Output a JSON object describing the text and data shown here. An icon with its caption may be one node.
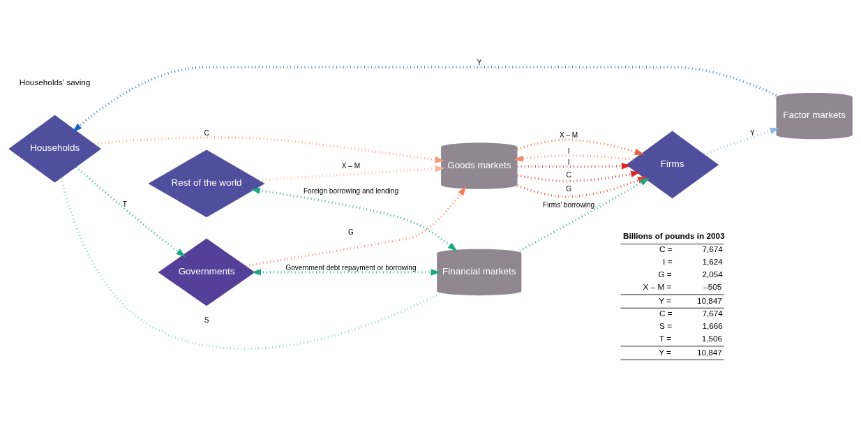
{
  "diagram": {
    "nodes": [
      {
        "text": [
          "Households"
        ]
      },
      {
        "text": [
          "Governments"
        ]
      },
      {
        "text": [
          "Factor markets"
        ]
      },
      {
        "text": [
          "Goods markets"
        ]
      },
      {
        "text": [
          "Financial markets"
        ]
      },
      {
        "text": [
          "Firms"
        ]
      },
      {
        "text": [
          "Rest of the world"
        ]
      }
    ],
    "edges": [
      {
        "from": 2,
        "to": 0,
        "arrow": "to",
        "label": "Y",
        "color": "#1565c0"
      },
      {
        "from": 5,
        "to": 2,
        "arrow": "to",
        "label": "Y",
        "color": "#8fb8e6"
      },
      {
        "from": 0,
        "to": 4,
        "arrow": "none",
        "label": "S",
        "color": "#7fd0b8"
      },
      {
        "from": 0,
        "to": 1,
        "arrow": "to",
        "label": "T",
        "color": "#1aa880"
      },
      {
        "from": 0,
        "to": 3,
        "arrow": "to",
        "label": "C",
        "color": "#f39a7a"
      },
      {
        "from": 1,
        "to": 3,
        "arrow": "to",
        "label": "G",
        "color": "#f07d5c"
      },
      {
        "from": 5,
        "to": 3,
        "arrow": "to",
        "label": "I",
        "color": "#f3896a"
      },
      {
        "from": 6,
        "to": 3,
        "arrow": "to",
        "label": "X – M",
        "color": "#f7b59c"
      },
      {
        "from": 3,
        "to": 5,
        "arrow": "to",
        "label": "I",
        "color": "#e02424"
      },
      {
        "from": 3,
        "to": 5,
        "arrow": "to",
        "label": "C",
        "color": "#e02424"
      },
      {
        "from": 3,
        "to": 5,
        "arrow": "to",
        "label": "G",
        "color": "#e63a2a"
      },
      {
        "from": 3,
        "to": 5,
        "arrow": "to",
        "label": "X – M",
        "color": "#ee5a3c"
      },
      {
        "from": 1,
        "to": 4,
        "arrow": "both",
        "label": "Government debt repayment or borrowing",
        "color": "#1aa880"
      },
      {
        "from": 6,
        "to": 4,
        "arrow": "both",
        "label": "Foreign borrowing and lending",
        "color": "#1aa880"
      },
      {
        "from": 4,
        "to": 5,
        "arrow": "to",
        "label": "Firms’ borrowing",
        "color": "#1aa880"
      }
    ],
    "labels": [
      "Households’ saving",
      "Billions of pounds in 2003",
      "C =",
      "7,674",
      "I =",
      "1,624",
      "G =",
      "2,054",
      "X – M =",
      "–505",
      "Y =",
      "10,847",
      "C =",
      "7,674",
      "S =",
      "1,666",
      "T =",
      "1,506",
      "Y =",
      "10,847"
    ]
  }
}
